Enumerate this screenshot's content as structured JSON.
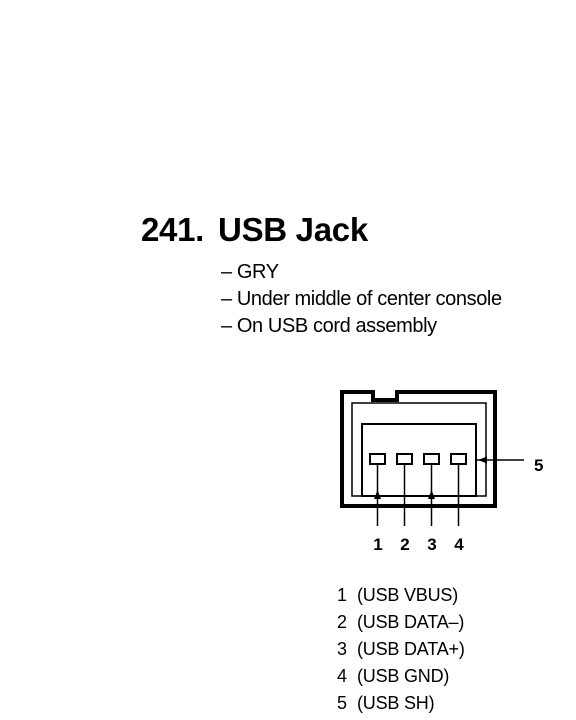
{
  "title": {
    "number": "241.",
    "text": "USB Jack"
  },
  "notes": [
    "– GRY",
    "– Under middle of center console",
    "– On USB cord assembly"
  ],
  "connector": {
    "pins": [
      "1",
      "2",
      "3",
      "4"
    ],
    "shield_label": "5"
  },
  "legend": [
    {
      "num": "1",
      "text": "(USB VBUS)"
    },
    {
      "num": "2",
      "text": "(USB DATA–)"
    },
    {
      "num": "3",
      "text": "(USB DATA+)"
    },
    {
      "num": "4",
      "text": "(USB GND)"
    },
    {
      "num": "5",
      "text": "(USB SH)"
    }
  ]
}
